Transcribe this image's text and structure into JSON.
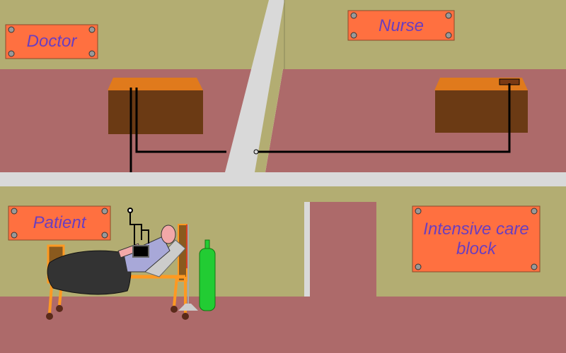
{
  "signs": {
    "doctor": "Doctor",
    "nurse": "Nurse",
    "patient": "Patient",
    "icu_line1": "Intensive care",
    "icu_line2": "block"
  },
  "colors": {
    "wall": "#b3ad72",
    "floor": "#ad6a6a",
    "corridor": "#d9d9d9",
    "sign": "#ff7040",
    "sign_text": "#6a3ebf",
    "desk_top": "#e07a1c",
    "desk_front": "#6b3a14",
    "cable": "#000000",
    "oxygen_tank": "#22cc33",
    "bed_frame": "#ff9922",
    "blanket": "#333333"
  }
}
